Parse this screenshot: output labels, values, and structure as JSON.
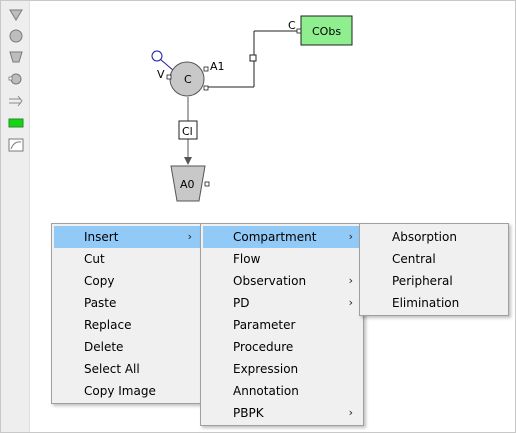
{
  "palette": {
    "tools": [
      {
        "icon": "inverted-triangle-icon"
      },
      {
        "icon": "compartment-circle-icon"
      },
      {
        "icon": "funnel-icon"
      },
      {
        "icon": "circle-with-port-icon"
      },
      {
        "icon": "double-arrow-icon"
      },
      {
        "icon": "green-rectangle-icon"
      },
      {
        "icon": "curve-chart-icon"
      }
    ]
  },
  "diagram": {
    "central_label": "C",
    "v_label": "V",
    "a1_label": "A1",
    "cl_label": "Cl",
    "a0_label": "A0",
    "c_port_label": "C",
    "cobs_label": "CObs"
  },
  "colors": {
    "compartment_fill": "#c8c8c8",
    "observation_fill": "#8fef8f",
    "menu_highlight": "#91c9f7",
    "menu_background": "#f0f0f0"
  },
  "context_menu": {
    "items": [
      {
        "label": "Insert",
        "has_submenu": true,
        "active": true
      },
      {
        "label": "Cut",
        "has_submenu": false
      },
      {
        "label": "Copy",
        "has_submenu": false
      },
      {
        "label": "Paste",
        "has_submenu": false
      },
      {
        "label": "Replace",
        "has_submenu": false
      },
      {
        "label": "Delete",
        "has_submenu": false
      },
      {
        "label": "Select All",
        "has_submenu": false
      },
      {
        "label": "Copy Image",
        "has_submenu": false
      }
    ]
  },
  "insert_menu": {
    "items": [
      {
        "label": "Compartment",
        "has_submenu": true,
        "active": true
      },
      {
        "label": "Flow",
        "has_submenu": false
      },
      {
        "label": "Observation",
        "has_submenu": true
      },
      {
        "label": "PD",
        "has_submenu": true
      },
      {
        "label": "Parameter",
        "has_submenu": false
      },
      {
        "label": "Procedure",
        "has_submenu": false
      },
      {
        "label": "Expression",
        "has_submenu": false
      },
      {
        "label": "Annotation",
        "has_submenu": false
      },
      {
        "label": "PBPK",
        "has_submenu": true
      }
    ]
  },
  "compartment_menu": {
    "items": [
      {
        "label": "Absorption"
      },
      {
        "label": "Central"
      },
      {
        "label": "Peripheral"
      },
      {
        "label": "Elimination"
      }
    ]
  },
  "submenu_arrow": "›"
}
